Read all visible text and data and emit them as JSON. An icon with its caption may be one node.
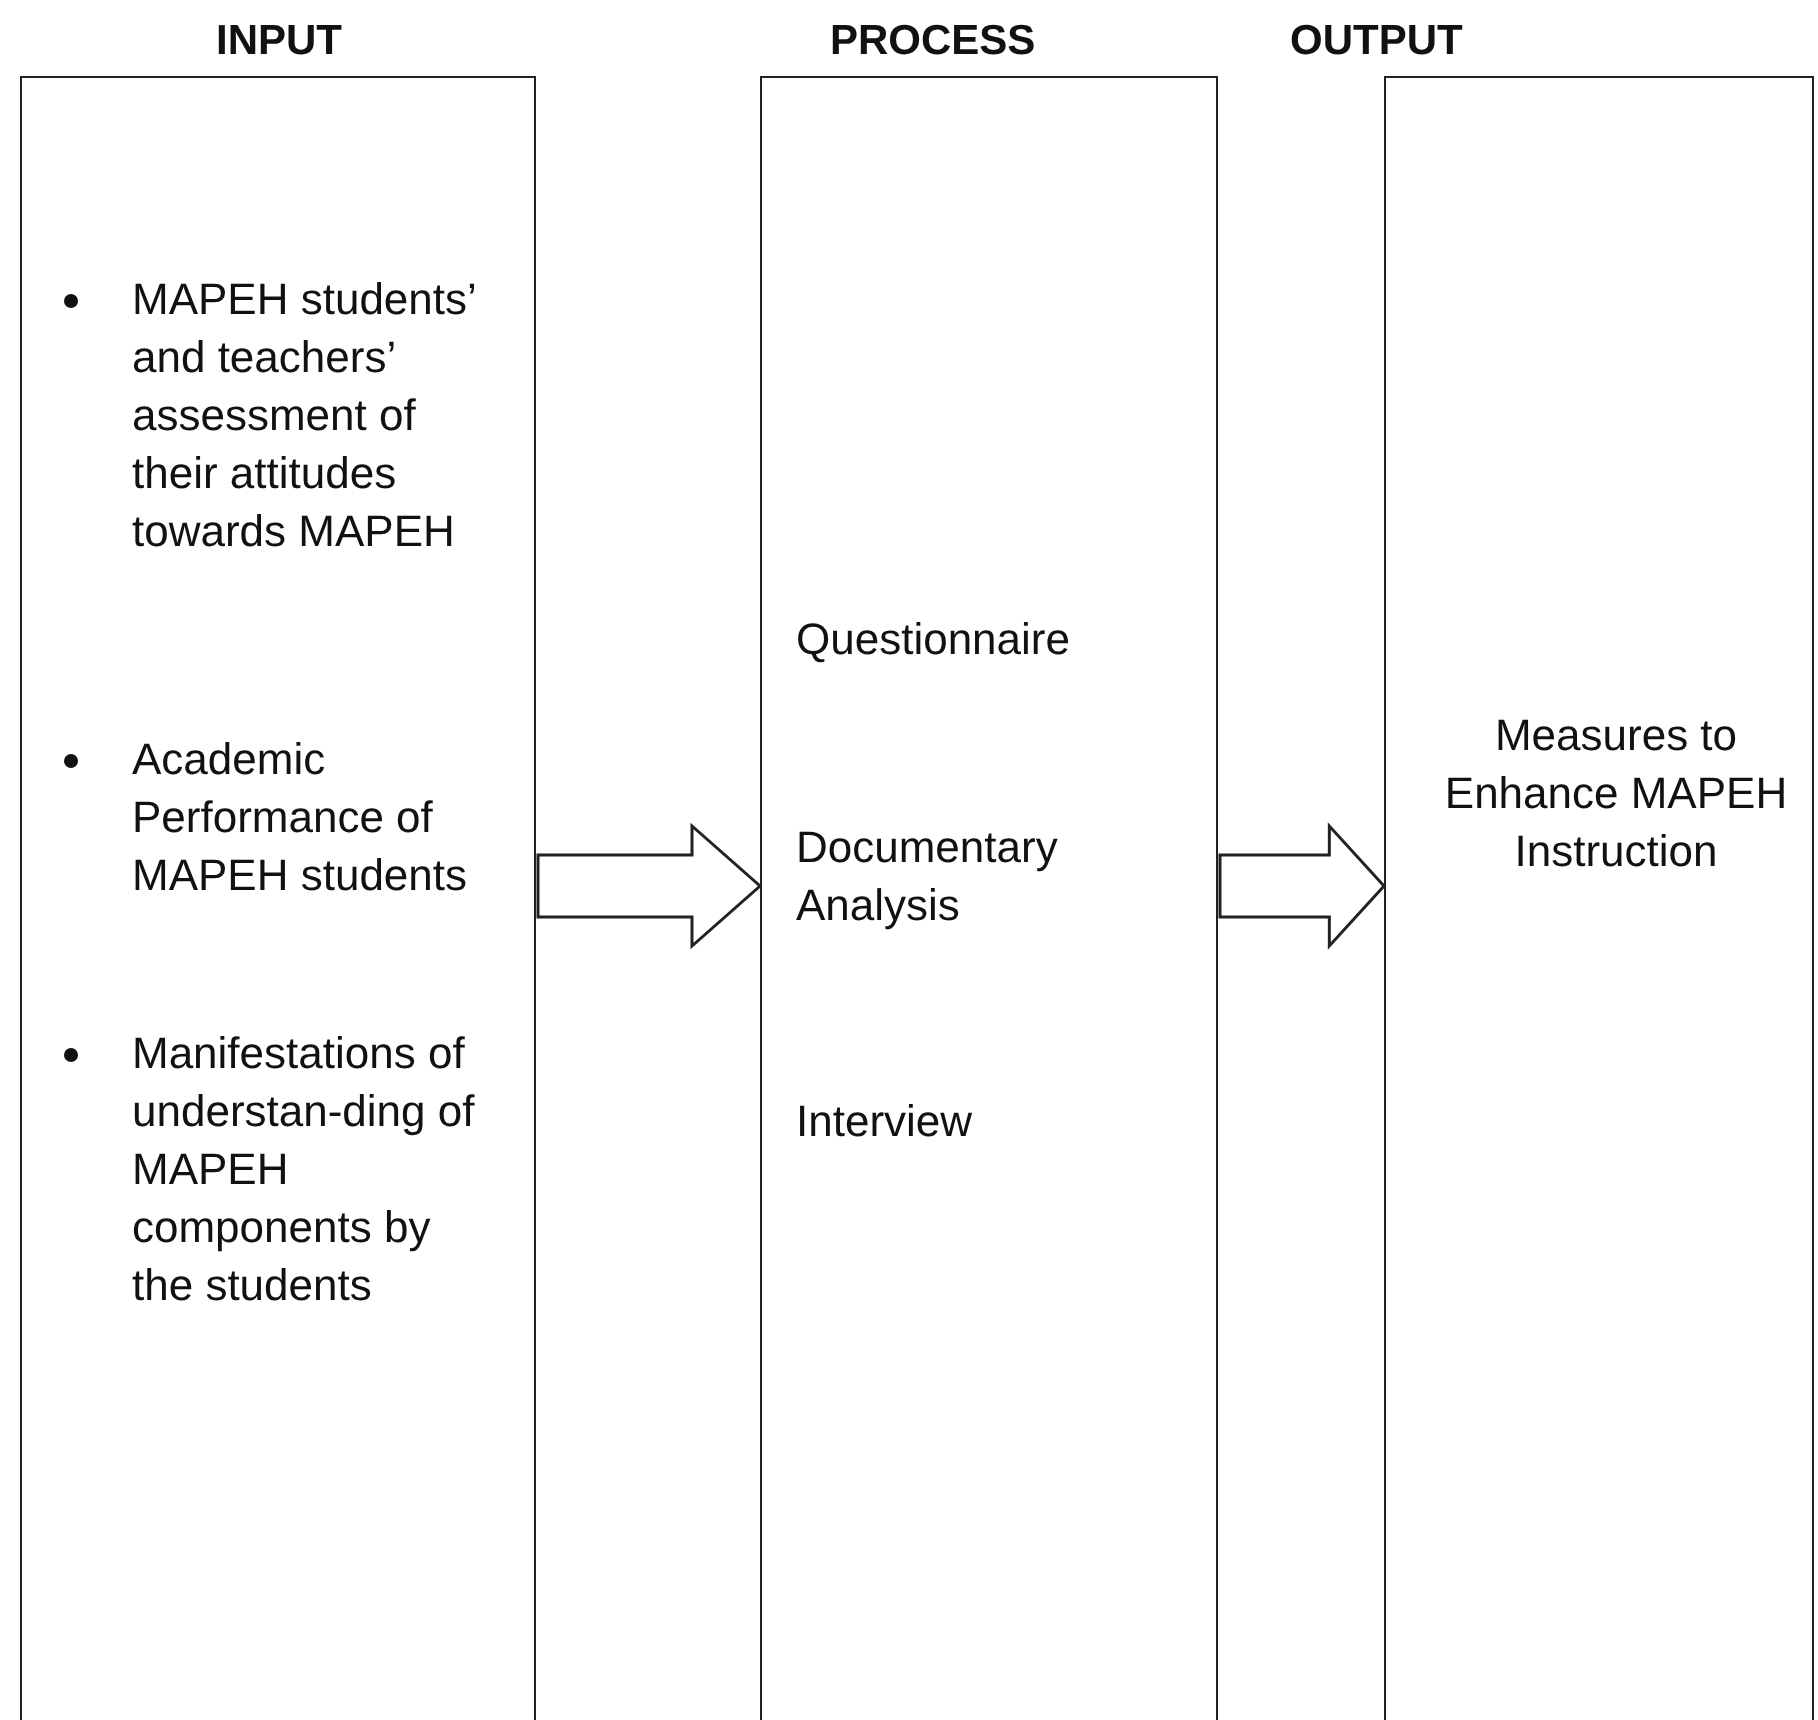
{
  "diagram": {
    "nodes": [
      {
        "text": [
          "INPUT",
          "MAPEH students’ and teachers’ assessment of their attitudes towards MAPEH",
          "Academic Performance of MAPEH students",
          "Manifestations of understan-ding of MAPEH components by the students"
        ]
      },
      {
        "text": [
          "PROCESS",
          "Questionnaire",
          "Documentary Analysis",
          "Interview"
        ]
      },
      {
        "text": [
          "OUTPUT",
          "Measures to Enhance MAPEH Instruction"
        ]
      }
    ],
    "edges": [
      {
        "from": 0,
        "to": 1,
        "arrow": "to"
      },
      {
        "from": 1,
        "to": 2,
        "arrow": "to"
      }
    ]
  }
}
